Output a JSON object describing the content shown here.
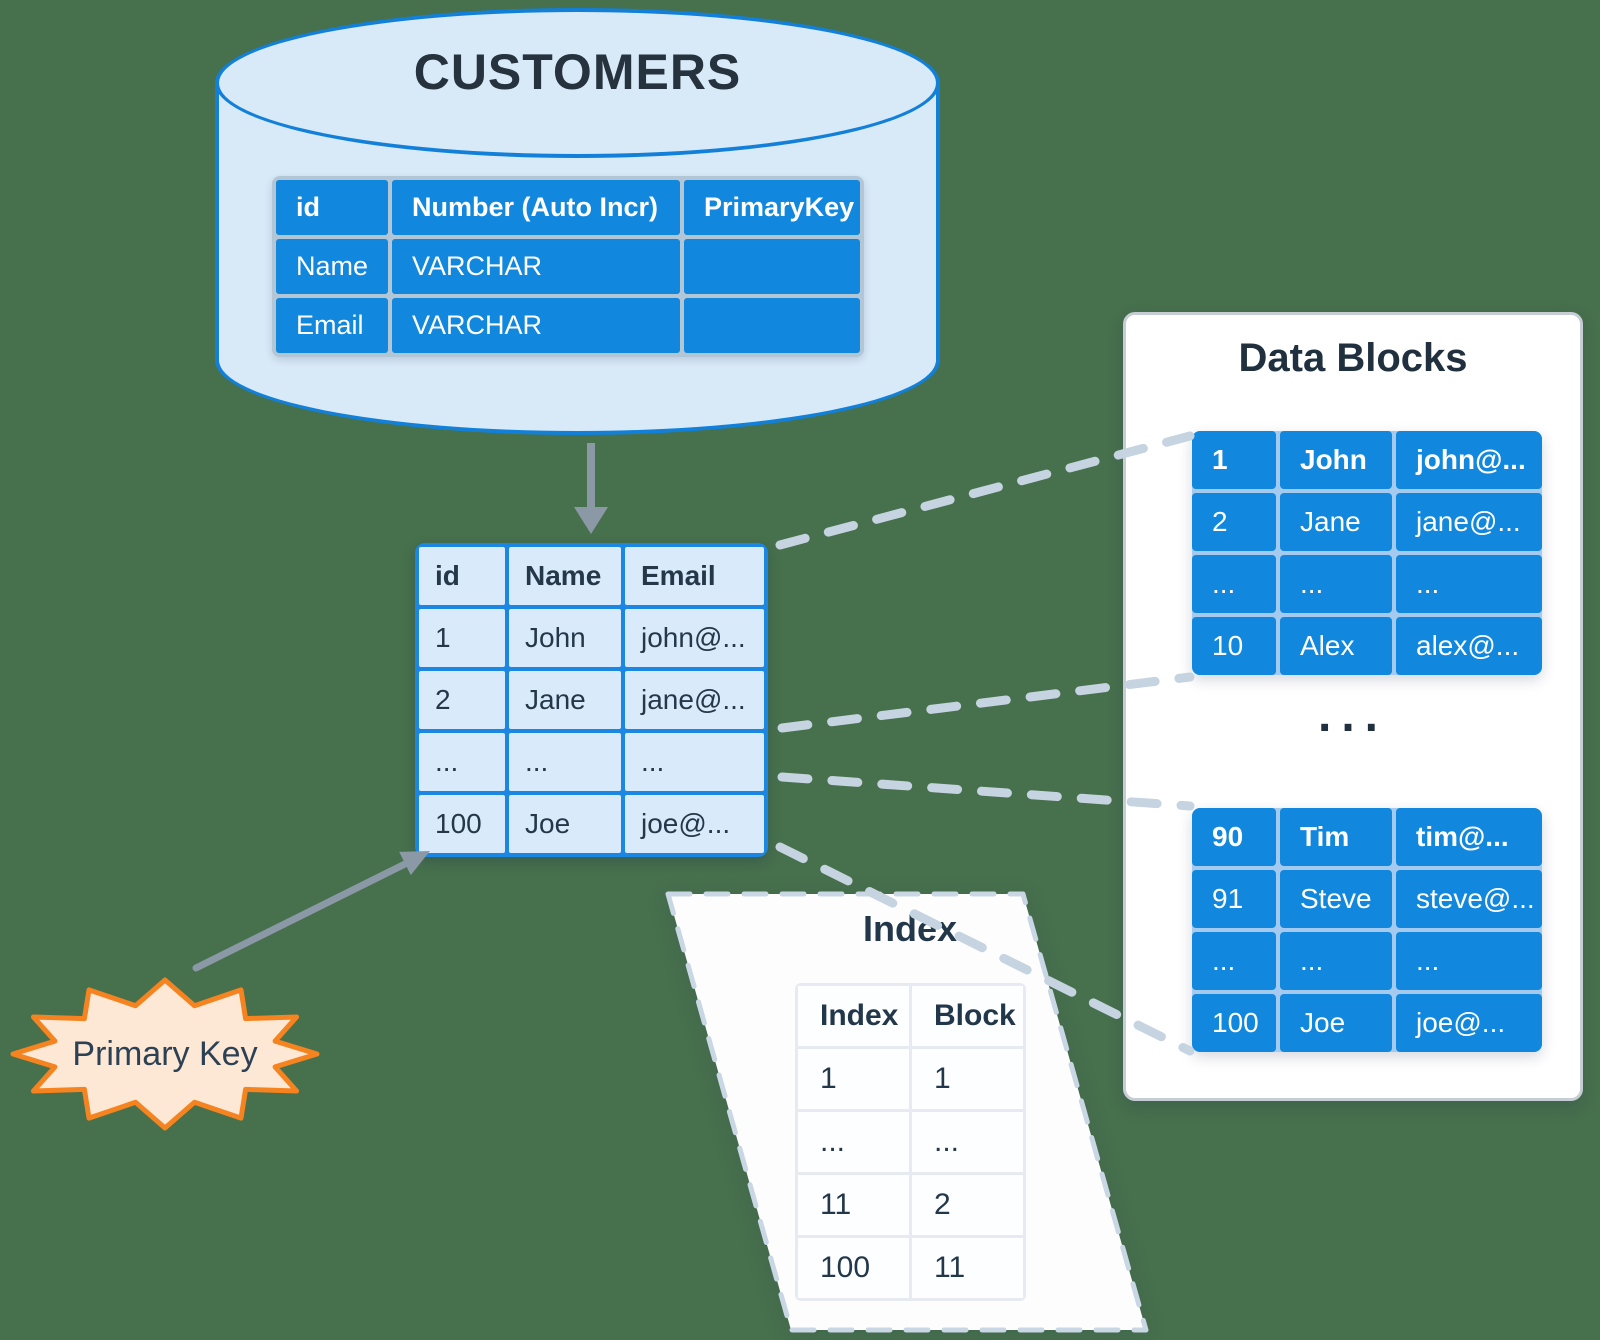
{
  "colors": {
    "background": "#47704d",
    "accent_blue": "#1187de",
    "cylinder_fill": "#d8e9f8",
    "cylinder_stroke": "#1280d9",
    "light_cell_fill": "#d9eafb",
    "navy_text": "#24384a",
    "dash_connector": "#c6d3e0",
    "arrow_gray": "#8b98a6",
    "starburst_stroke": "#f5831f",
    "starburst_fill": "#fde8d6",
    "panel_border": "#c6cdd4"
  },
  "cylinder": {
    "title": "CUSTOMERS",
    "schema": {
      "header": [
        "id",
        "Number (Auto Incr)",
        "PrimaryKey"
      ],
      "rows": [
        [
          "Name",
          "VARCHAR",
          ""
        ],
        [
          "Email",
          "VARCHAR",
          ""
        ]
      ]
    }
  },
  "main_table": {
    "header": [
      "id",
      "Name",
      "Email"
    ],
    "rows": [
      [
        "1",
        "John",
        "john@..."
      ],
      [
        "2",
        "Jane",
        "jane@..."
      ],
      [
        "...",
        "...",
        "..."
      ],
      [
        "100",
        "Joe",
        "joe@..."
      ]
    ]
  },
  "primary_key": {
    "label": "Primary Key"
  },
  "index_panel": {
    "title": "Index",
    "header": [
      "Index",
      "Block"
    ],
    "rows": [
      [
        "1",
        "1"
      ],
      [
        "...",
        "..."
      ],
      [
        "11",
        "2"
      ],
      [
        "100",
        "11"
      ]
    ]
  },
  "data_blocks": {
    "title": "Data Blocks",
    "separator": "...",
    "blocks": [
      {
        "rows": [
          [
            "1",
            "John",
            "john@..."
          ],
          [
            "2",
            "Jane",
            "jane@..."
          ],
          [
            "...",
            "...",
            "..."
          ],
          [
            "10",
            "Alex",
            "alex@..."
          ]
        ]
      },
      {
        "rows": [
          [
            "90",
            "Tim",
            "tim@..."
          ],
          [
            "91",
            "Steve",
            "steve@..."
          ],
          [
            "...",
            "...",
            "..."
          ],
          [
            "100",
            "Joe",
            "joe@..."
          ]
        ]
      }
    ]
  }
}
